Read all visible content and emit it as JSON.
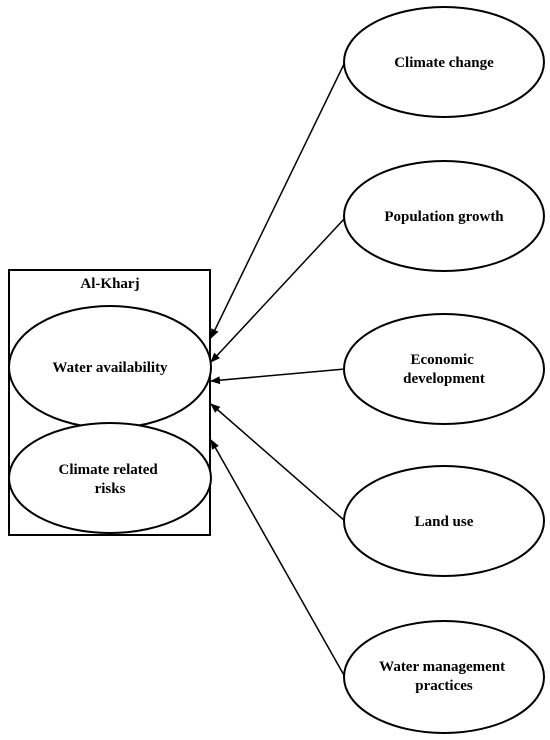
{
  "container": {
    "title": "Al-Kharj",
    "items": [
      {
        "lines": [
          "Water availability"
        ]
      },
      {
        "lines": [
          "Climate related",
          "risks"
        ]
      }
    ]
  },
  "drivers": [
    {
      "lines": [
        "Climate change"
      ]
    },
    {
      "lines": [
        "Population growth"
      ]
    },
    {
      "lines": [
        "Economic",
        "development"
      ]
    },
    {
      "lines": [
        "Land use"
      ]
    },
    {
      "lines": [
        "Water management",
        "practices"
      ]
    }
  ],
  "colors": {
    "stroke": "#000000",
    "fill": "#ffffff"
  }
}
